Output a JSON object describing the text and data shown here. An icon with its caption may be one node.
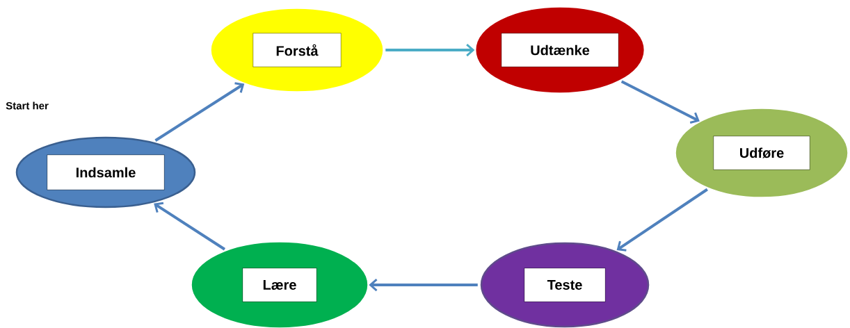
{
  "diagram": {
    "nodes": [
      {
        "text": [
          "Indsamle"
        ]
      },
      {
        "text": [
          "Forstå"
        ]
      },
      {
        "text": [
          "Udtænke"
        ]
      },
      {
        "text": [
          "Udføre"
        ]
      },
      {
        "text": [
          "Teste"
        ]
      },
      {
        "text": [
          "Lære"
        ]
      }
    ],
    "edges": [
      {
        "from": 0,
        "to": 1,
        "arrow": "to"
      },
      {
        "from": 1,
        "to": 2,
        "arrow": "to",
        "color": "#4bacc6"
      },
      {
        "from": 2,
        "to": 3,
        "arrow": "to"
      },
      {
        "from": 3,
        "to": 4,
        "arrow": "to"
      },
      {
        "from": 4,
        "to": 5,
        "arrow": "to"
      },
      {
        "from": 5,
        "to": 0,
        "arrow": "to"
      }
    ],
    "labels": [
      "Start her"
    ]
  }
}
